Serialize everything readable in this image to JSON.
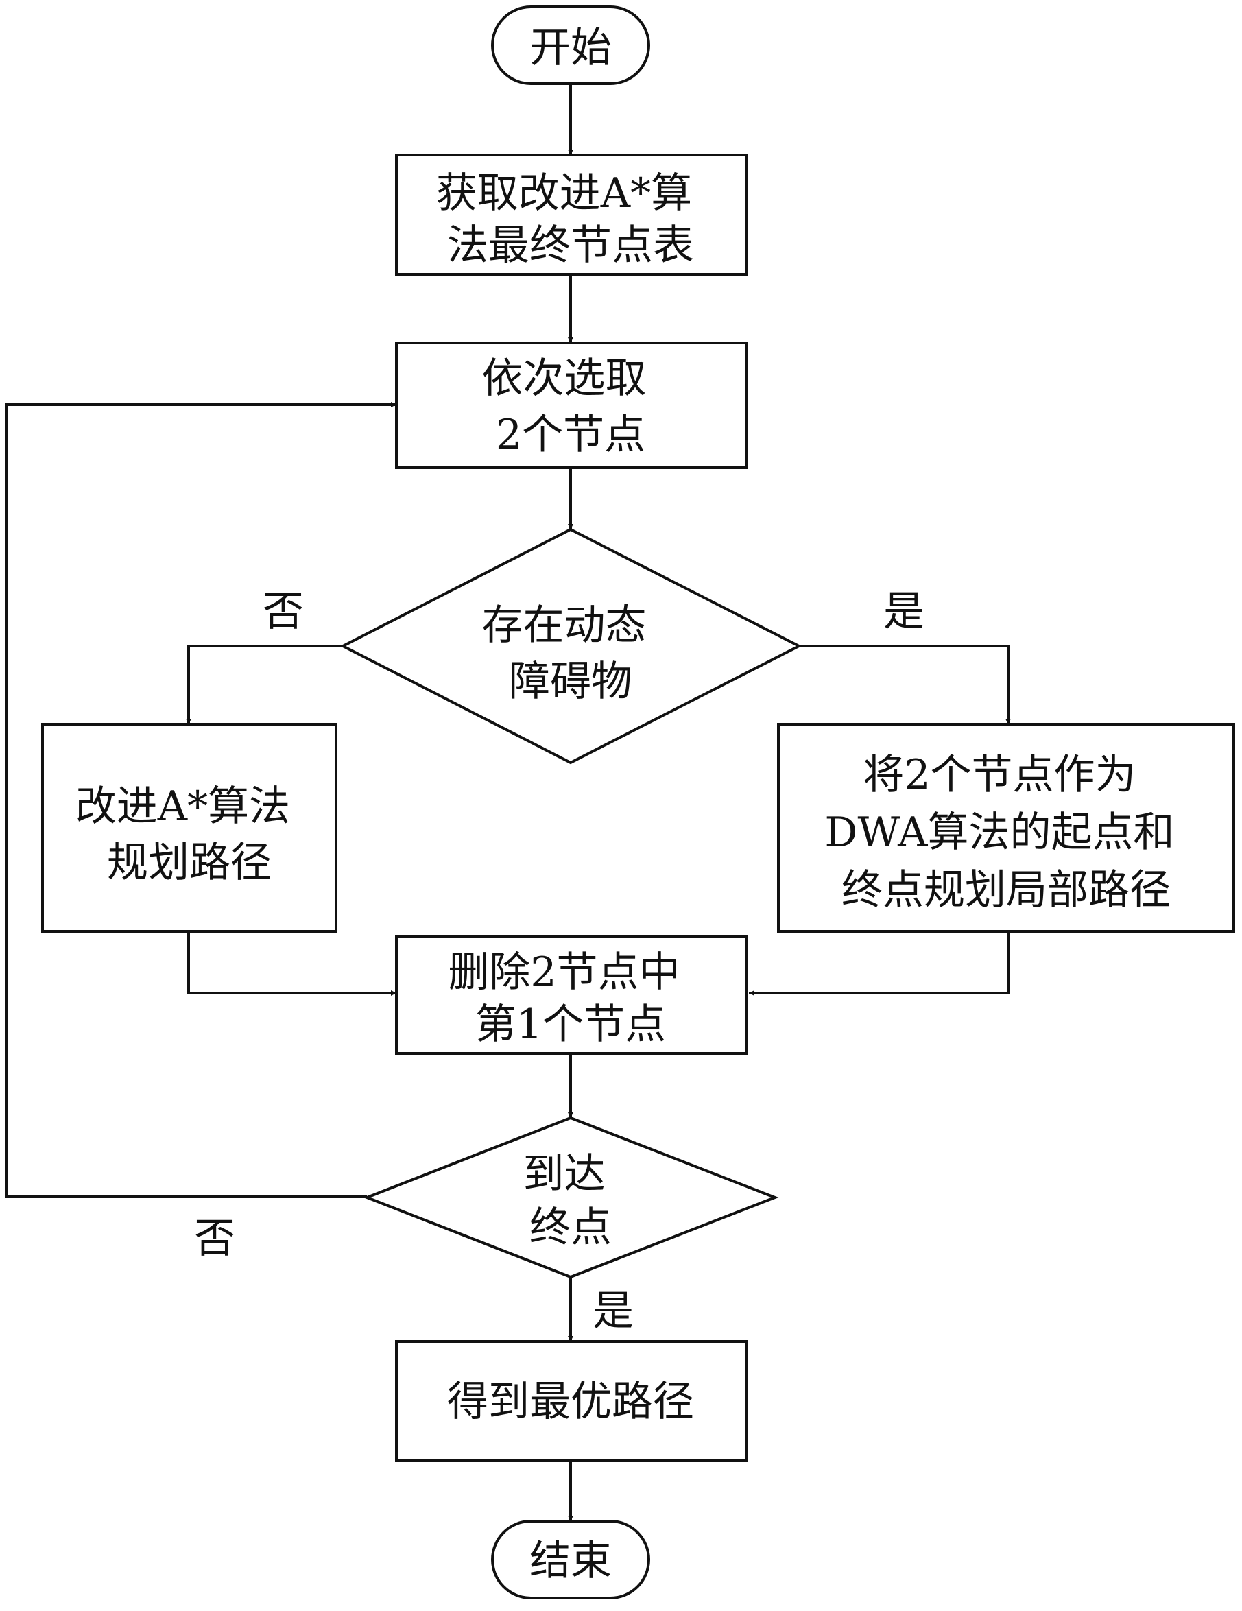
{
  "nodes": {
    "start": {
      "lines": [
        "开始"
      ]
    },
    "get_list": {
      "lines": [
        "获取改进A*算",
        "法最终节点表"
      ]
    },
    "select": {
      "lines": [
        "依次选取",
        "2个节点"
      ]
    },
    "decision_obstacle": {
      "lines": [
        "存在动态",
        "障碍物"
      ]
    },
    "astar": {
      "lines": [
        "改进A*算法",
        "规划路径"
      ]
    },
    "dwa": {
      "lines": [
        "将2个节点作为",
        "DWA算法的起点和",
        "终点规划局部路径"
      ]
    },
    "delete": {
      "lines": [
        "删除2节点中",
        "第1个节点"
      ]
    },
    "decision_end": {
      "lines": [
        "到达",
        "终点"
      ]
    },
    "optimal": {
      "lines": [
        "得到最优路径"
      ]
    },
    "end": {
      "lines": [
        "结束"
      ]
    }
  },
  "edge_labels": {
    "obstacle_no": "否",
    "obstacle_yes": "是",
    "end_no": "否",
    "end_yes": "是"
  },
  "colors": {
    "stroke": "#111111",
    "fill": "#ffffff"
  }
}
